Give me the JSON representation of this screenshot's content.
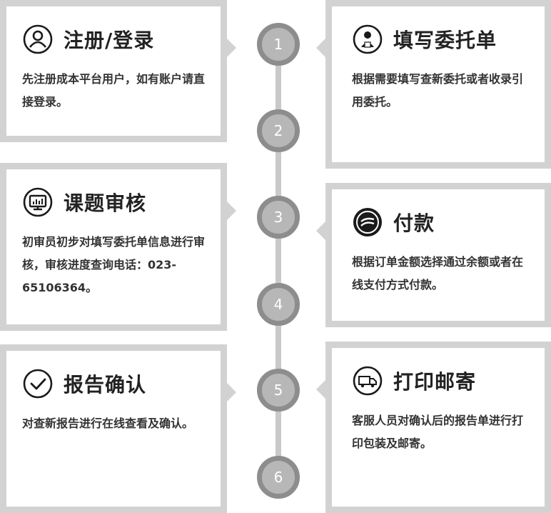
{
  "steps": [
    {
      "number": "1",
      "title": "注册/登录",
      "icon": "user-icon",
      "description": "先注册成本平台用户，如有账户请直接登录。"
    },
    {
      "number": "2",
      "title": "填写委托单",
      "icon": "person-form-icon",
      "description": "根据需要填写查新委托或者收录引用委托。"
    },
    {
      "number": "3",
      "title": "课题审核",
      "icon": "monitor-chart-icon",
      "description": "初审员初步对填写委托单信息进行审核，审核进度查询电话：023-65106364。"
    },
    {
      "number": "4",
      "title": "付款",
      "icon": "payment-icon",
      "description": "根据订单金额选择通过余额或者在线支付方式付款。"
    },
    {
      "number": "5",
      "title": "报告确认",
      "icon": "check-circle-icon",
      "description": "对查新报告进行在线查看及确认。"
    },
    {
      "number": "6",
      "title": "打印邮寄",
      "icon": "delivery-truck-icon",
      "description": "客服人员对确认后的报告单进行打印包装及邮寄。"
    }
  ],
  "colors": {
    "border": "#d2d2d2",
    "circle_fill": "#b7b7b7",
    "circle_ring": "#8d8d8d",
    "line": "#c9c9c9",
    "text": "#222222"
  }
}
